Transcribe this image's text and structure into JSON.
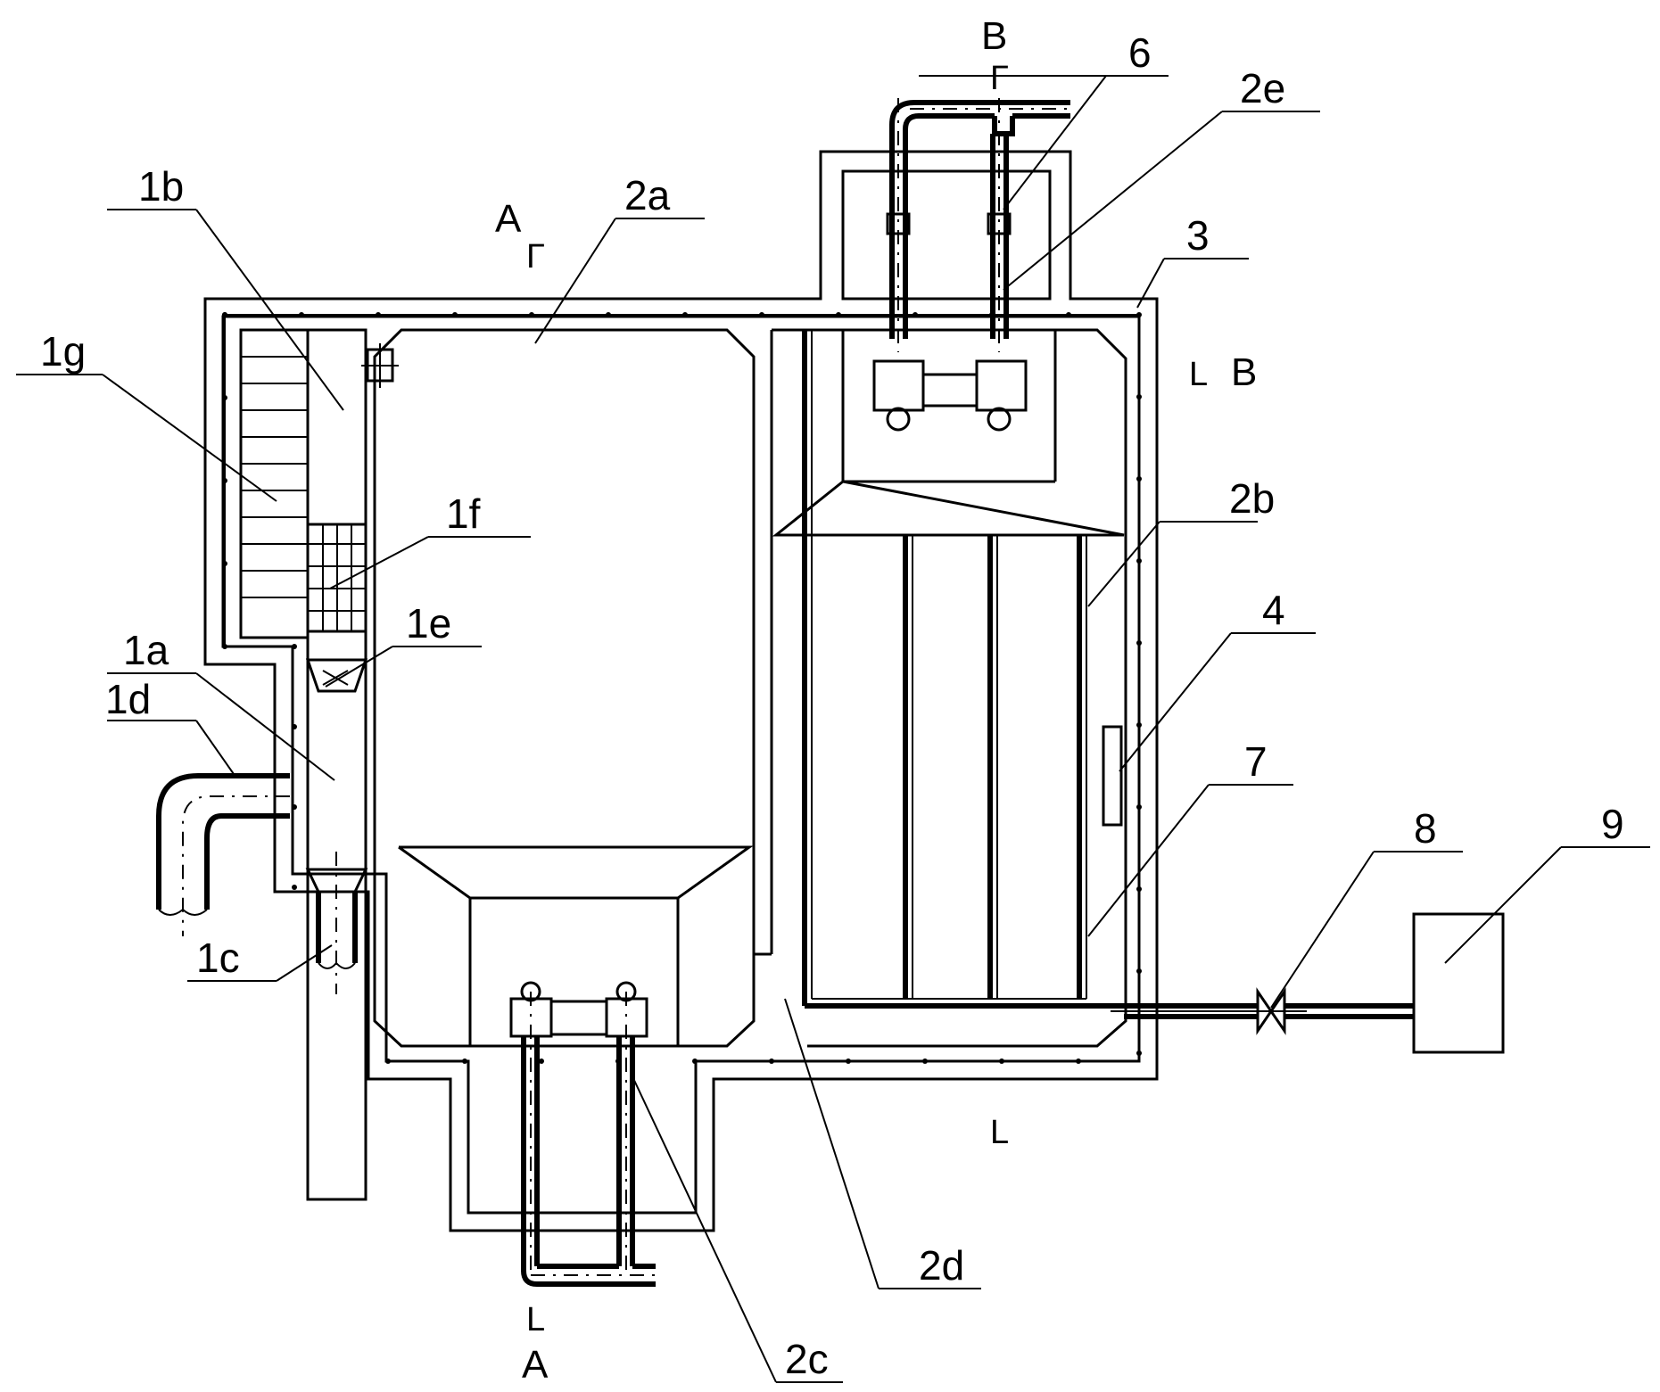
{
  "labels": {
    "l1a": "1a",
    "l1b": "1b",
    "l1c": "1c",
    "l1d": "1d",
    "l1e": "1e",
    "l1f": "1f",
    "l1g": "1g",
    "l2a": "2a",
    "l2b": "2b",
    "l2c": "2c",
    "l2d": "2d",
    "l2e": "2e",
    "l3": "3",
    "l4": "4",
    "l6": "6",
    "l7": "7",
    "l8": "8",
    "l9": "9"
  },
  "sections": {
    "a": "A",
    "b": "B"
  },
  "section_marks": {
    "gamma": "Γ",
    "ell": "L"
  }
}
